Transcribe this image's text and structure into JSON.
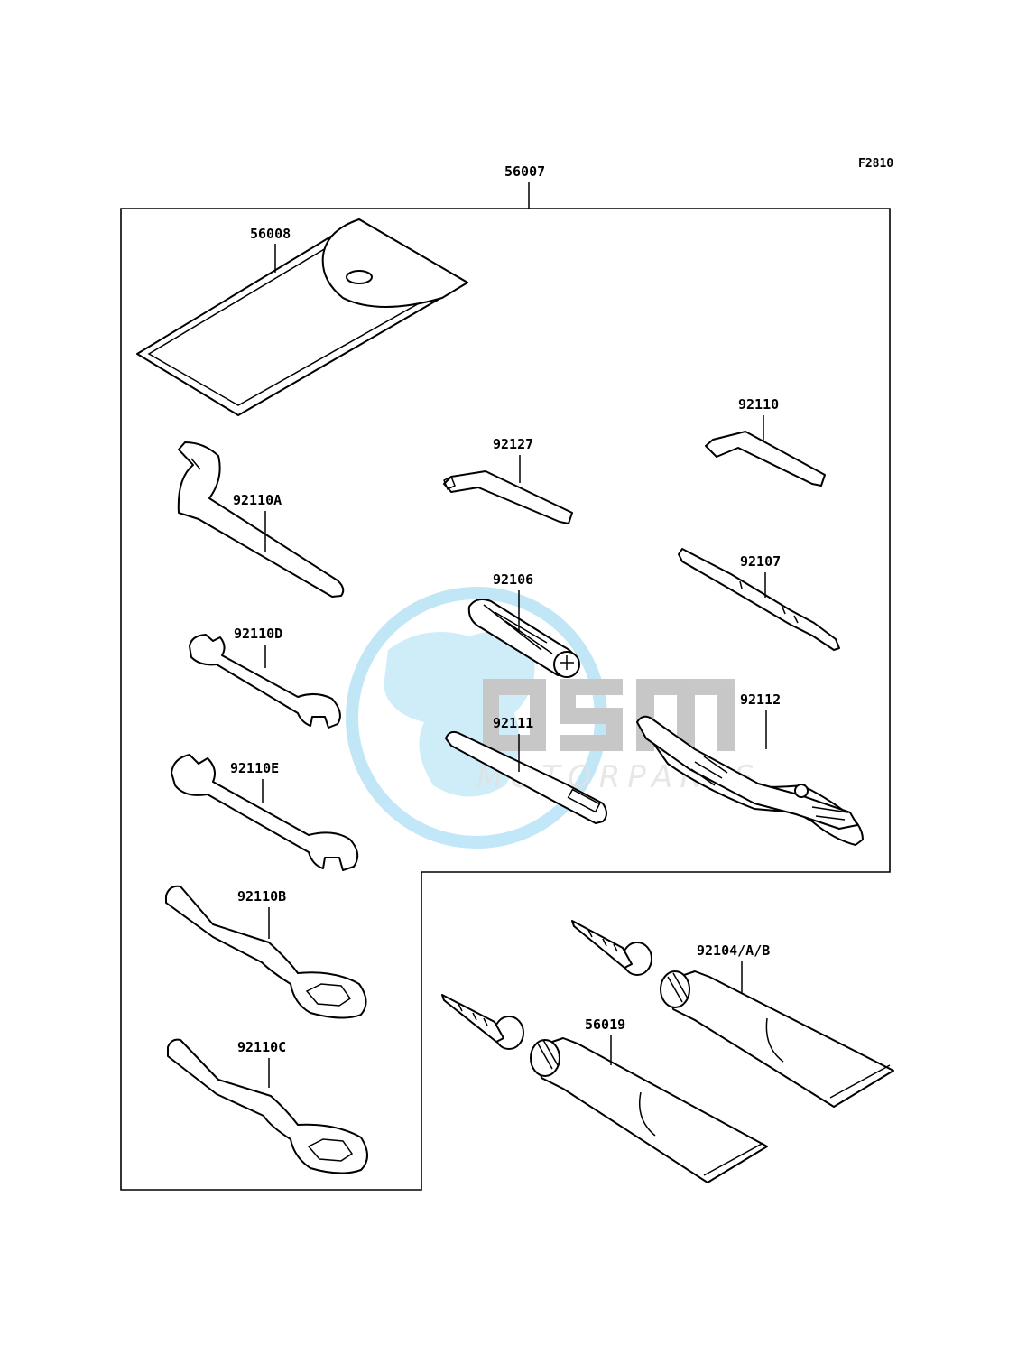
{
  "figure_code": "F2810",
  "kit_number": "56007",
  "parts": {
    "pouch": "56008",
    "hook_wrench": "92110A",
    "open_wrench_small": "92110D",
    "open_wrench_large": "92110E",
    "box_wrench_b": "92110B",
    "box_wrench_c": "92110C",
    "hex_key_medium": "92127",
    "hex_key_large": "92110",
    "screwdriver_bit": "92107",
    "socket_driver": "92106",
    "extension_bar": "92111",
    "pliers": "92112",
    "grease_tube_large": "92104/A/B",
    "grease_tube_small": "56019"
  },
  "watermark": {
    "logo_text": "OSM",
    "sub_text": "MOTORPARTS",
    "colors": {
      "globe": "#8fd4f2",
      "letters": "#9a9a9a"
    }
  }
}
